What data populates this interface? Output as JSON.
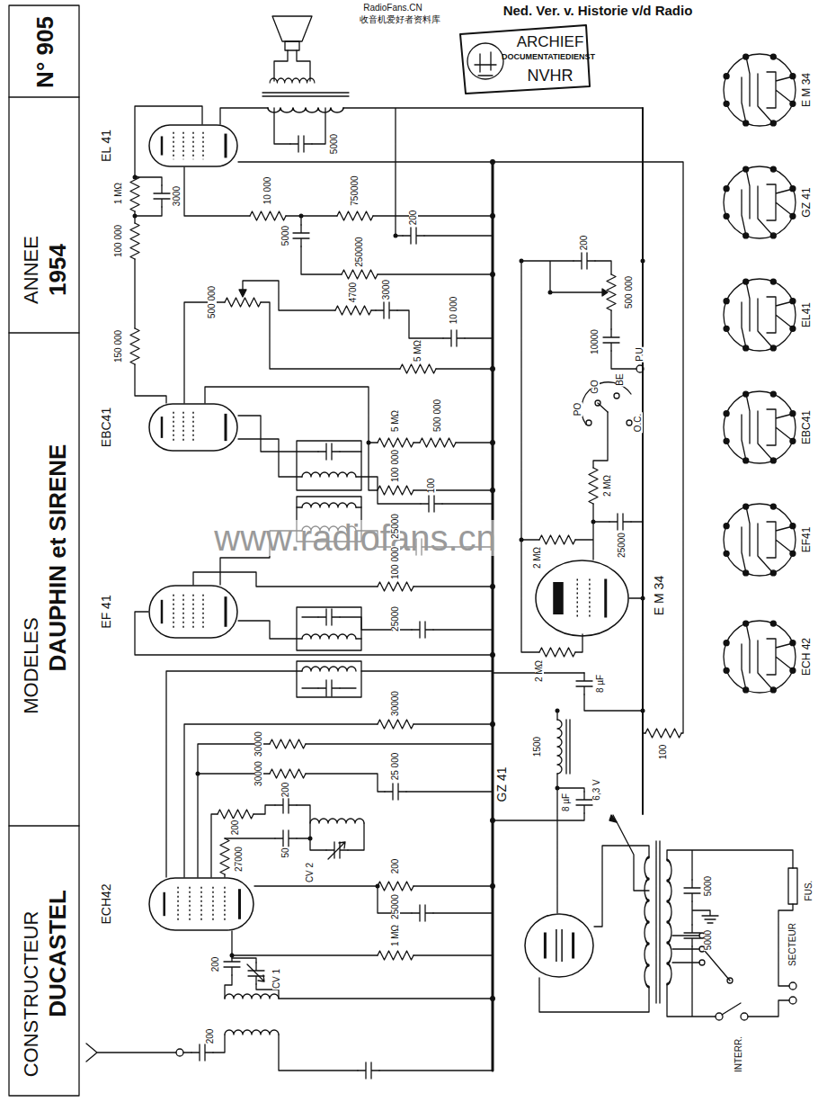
{
  "diagram": {
    "nodes": [
      {
        "text": [
          "EL 41"
        ]
      },
      {
        "text": [
          "EBC41"
        ]
      },
      {
        "text": [
          "EF 41"
        ]
      },
      {
        "text": [
          "ECH42"
        ]
      },
      {
        "text": [
          "E M 34"
        ]
      },
      {
        "text": [
          "GZ 41"
        ]
      }
    ],
    "labels": [
      "CONSTRUCTEUR",
      "DUCASTEL",
      "MODELES",
      "DAUPHIN et SIRENE",
      "ANNEE",
      "1954",
      "N° 905",
      "RadioFans.CN",
      "收音机爱好者资料库",
      "Ned. Ver. v. Historie v/d Radio",
      "ARCHIEF",
      "DOCUMENTATIEDIENST",
      "NVHR",
      "www.radiofans.cn",
      "5000",
      "3000",
      "1 MΩ",
      "100 000",
      "10 000",
      "750000",
      "5000",
      "200",
      "250000",
      "500 000",
      "4700",
      "3000",
      "10 000",
      "5 MΩ",
      "150 000",
      "5 MΩ",
      "500 000",
      "100 000",
      "100",
      "25000",
      "100 000",
      "25000",
      "30000",
      "30000",
      "30000",
      "25 000",
      "200",
      "200",
      "50",
      "27000",
      "CV 2",
      "200",
      "25000",
      "1 MΩ",
      "200",
      "CV 1",
      "200",
      "200",
      "500 000",
      "10000",
      "P.U",
      "BE",
      "GO",
      "PO",
      "O.C.",
      "2 MΩ",
      "25000",
      "2 MΩ",
      "2 MΩ",
      "8 µF",
      "1500",
      "100",
      "8 µF",
      "6,3 V",
      "5000",
      "5000",
      "FUS.",
      "SECTEUR",
      "INTERR.",
      "E M 34",
      "GZ 41",
      "EL41",
      "EBC41",
      "EF41",
      "ECH 42"
    ]
  }
}
